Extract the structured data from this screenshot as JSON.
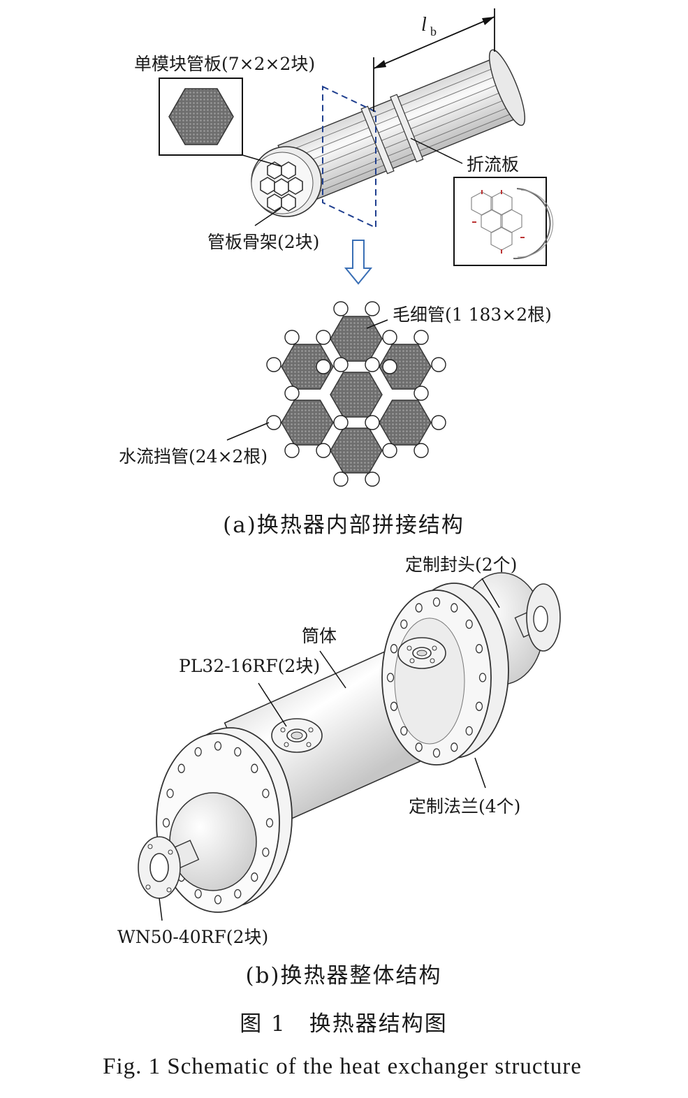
{
  "labels": {
    "single_tube_sheet": "单模块管板(7×2×2块)",
    "baffle": "折流板",
    "tube_sheet_frame": "管板骨架(2块)",
    "capillary": "毛细管(1 183×2根)",
    "water_baffle_tube": "水流挡管(24×2根)",
    "head": "定制封头(2个)",
    "shell": "筒体",
    "pl_flange": "PL32-16RF(2块)",
    "custom_flange": "定制法兰(4个)",
    "wn_flange": "WN50-40RF(2块)"
  },
  "dimension": {
    "symbol": "l",
    "subscript": "b"
  },
  "captions": {
    "a": "(a)换热器内部拼接结构",
    "b": "(b)换热器整体结构",
    "fig_cn": "图 1　换热器结构图",
    "fig_en": "Fig. 1  Schematic of the heat exchanger structure"
  },
  "colors": {
    "line": "#333333",
    "tube_fill": "#6b6b6b",
    "dashed_plane": "#1f3f8f",
    "arrow": "#3a6fb5",
    "metal_light": "#f2f2f2",
    "metal_shade": "#cfcfcf"
  }
}
